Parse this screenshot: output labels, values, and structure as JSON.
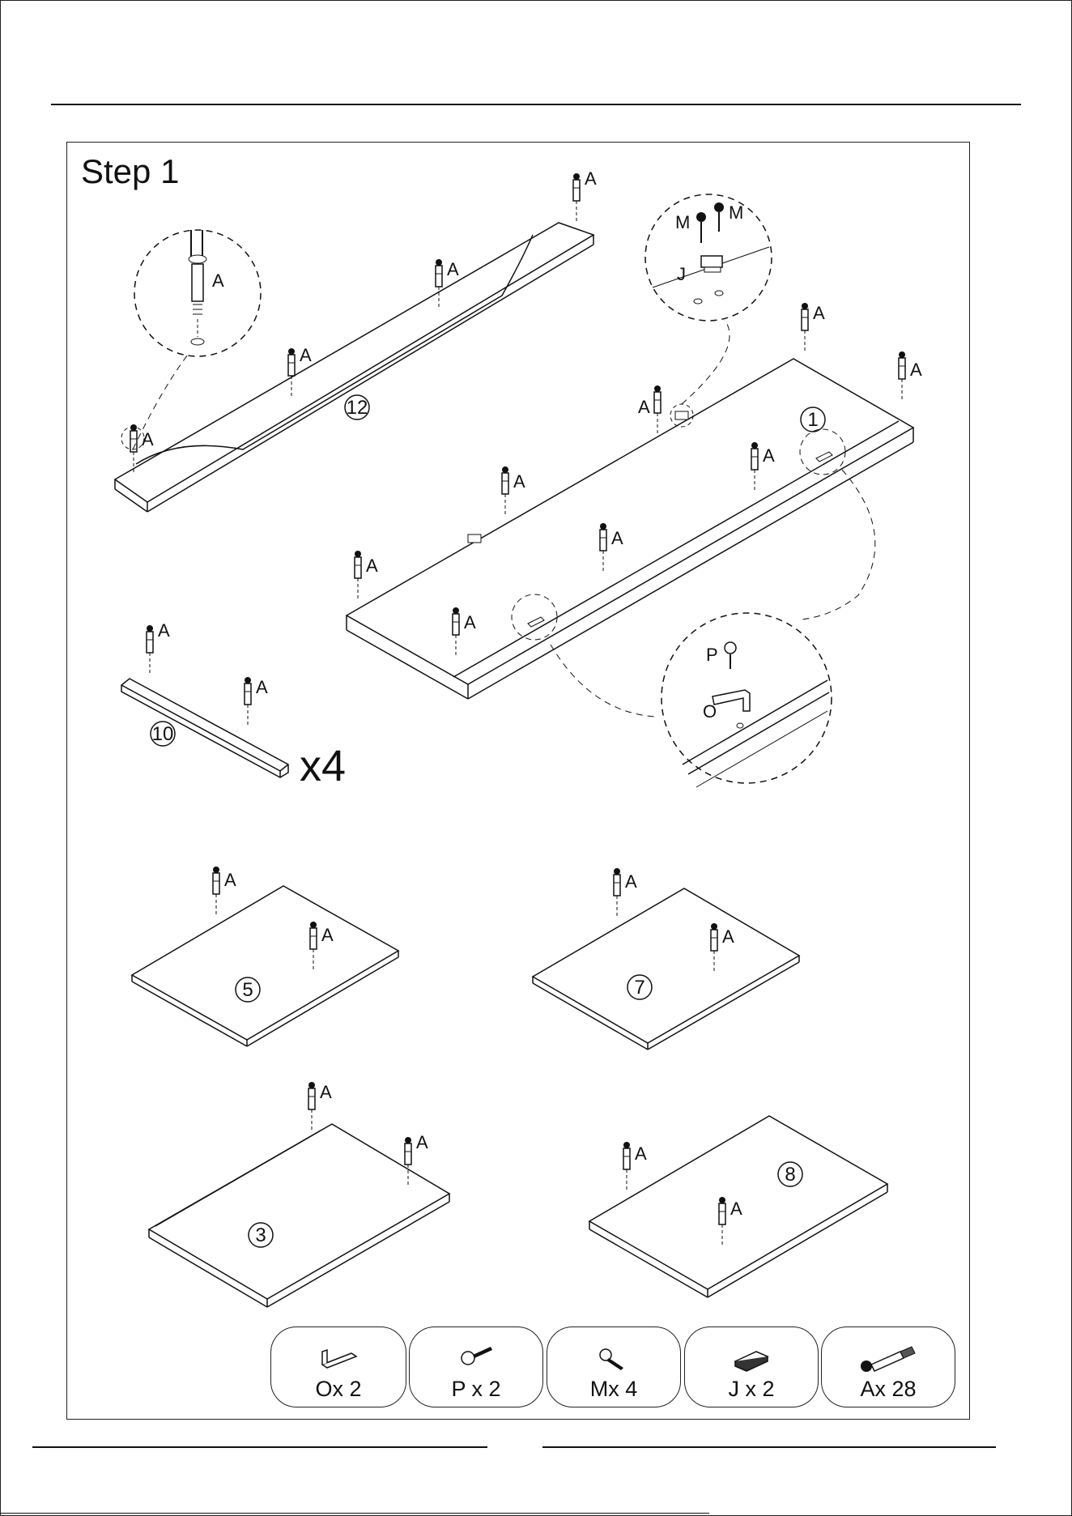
{
  "step_title": "Step 1",
  "multiplier": "x4",
  "letters": {
    "a": "A",
    "m": "M",
    "j": "J",
    "p": "P",
    "o": "O"
  },
  "parts": {
    "p12": "12",
    "p1": "1",
    "p10": "10",
    "p5": "5",
    "p7": "7",
    "p3": "3",
    "p8": "8"
  },
  "hardware": [
    {
      "label": "Ox 2",
      "icon": "bracket-icon"
    },
    {
      "label": "P x 2",
      "icon": "screw-icon"
    },
    {
      "label": "Mx 4",
      "icon": "screw-icon"
    },
    {
      "label": "J x 2",
      "icon": "magnet-catch-icon"
    },
    {
      "label": "Ax 28",
      "icon": "cam-bolt-icon"
    }
  ]
}
